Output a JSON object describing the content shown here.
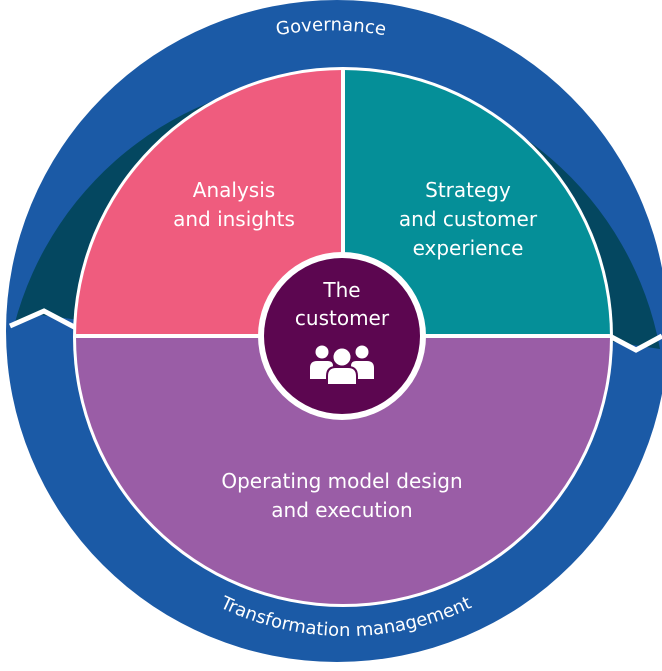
{
  "outer_ring": {
    "top_label": "Governance",
    "bottom_label": "Transformation management"
  },
  "segments": {
    "analysis": {
      "line1": "Analysis",
      "line2": "and insights"
    },
    "strategy": {
      "line1": "Strategy",
      "line2": "and customer",
      "line3": "experience"
    },
    "operating": {
      "line1": "Operating model design",
      "line2": "and execution"
    }
  },
  "center": {
    "line1": "The",
    "line2": "customer",
    "icon": "people-group-icon"
  },
  "colors": {
    "governance": "#044760",
    "transformation": "#1B5AA6",
    "analysis": "#EF5C7E",
    "strategy": "#058F98",
    "operating": "#9A5DA6",
    "center": "#5C0650",
    "divider": "#ffffff"
  }
}
